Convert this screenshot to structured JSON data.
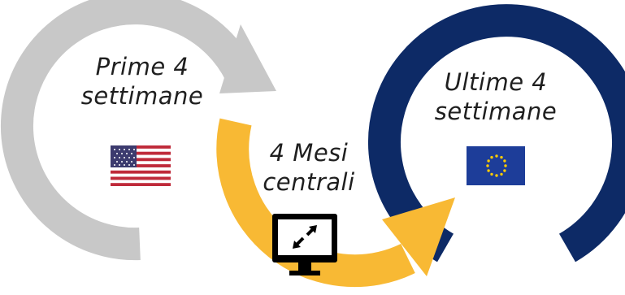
{
  "phases": [
    {
      "line1": "Prime 4",
      "line2": "settimane",
      "icon": "us-flag-icon",
      "ring_color": "#c8c8c8"
    },
    {
      "line1": "4 Mesi",
      "line2": "centrali",
      "icon": "remote-desktop-icon",
      "ring_color": "#f8b934"
    },
    {
      "line1": "Ultime 4",
      "line2": "settimane",
      "icon": "eu-flag-icon",
      "ring_color": "#0d2a66"
    }
  ]
}
